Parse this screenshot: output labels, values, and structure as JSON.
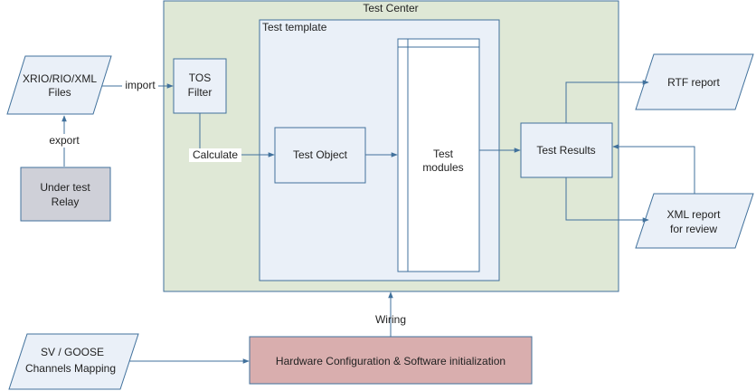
{
  "colors": {
    "connector": "#41719c",
    "test_center_fill": "#dfe8d6",
    "box_fill": "#eaf0f8",
    "relay_fill": "#cfd0d8",
    "hardware_fill": "#d9aeae",
    "parallelogram_fill": "#eaf0f8",
    "white": "#ffffff"
  },
  "nodes": {
    "test_center": "Test Center",
    "test_template": "Test template",
    "xrio_files": [
      "XRIO/RIO/XML",
      "Files"
    ],
    "tos_filter": [
      "TOS",
      "Filter"
    ],
    "under_test_relay": [
      "Under test",
      "Relay"
    ],
    "test_object": "Test Object",
    "test_modules": [
      "Test",
      "modules"
    ],
    "test_results": "Test Results",
    "rtf_report": "RTF  report",
    "xml_report": [
      "XML report",
      "for review"
    ],
    "sv_goose": [
      "SV  /  GOOSE",
      "Channels  Mapping"
    ],
    "hardware_config": "Hardware Configuration &  Software  initialization"
  },
  "edges": {
    "import": "import",
    "export": "export",
    "calculate": "Calculate",
    "wiring": "Wiring"
  }
}
